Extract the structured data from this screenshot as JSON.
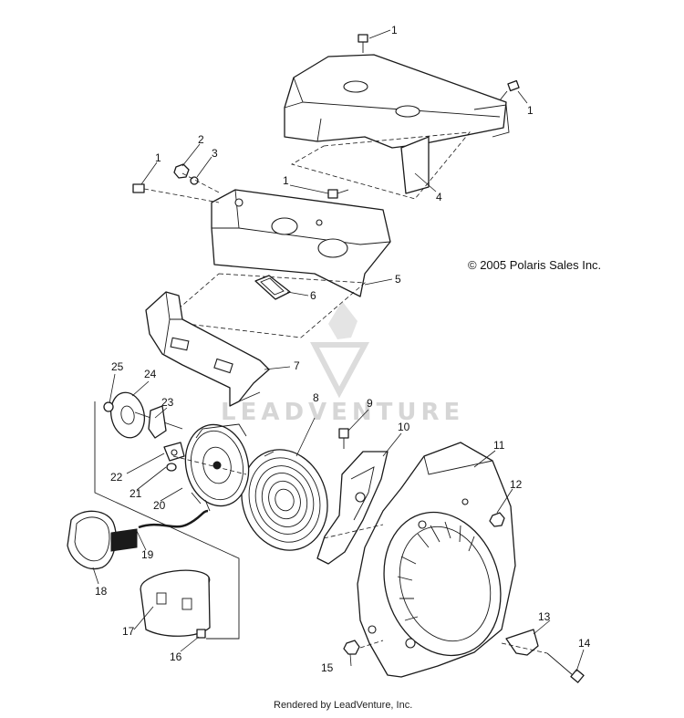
{
  "copyright": "© 2005 Polaris Sales Inc.",
  "footer": "Rendered by LeadVenture, Inc.",
  "watermark": {
    "text": "LEADVENTURE",
    "color": "#d6d6d6"
  },
  "callouts": [
    "1",
    "1",
    "1",
    "1",
    "2",
    "3",
    "4",
    "5",
    "6",
    "7",
    "8",
    "9",
    "10",
    "11",
    "12",
    "13",
    "14",
    "15",
    "16",
    "17",
    "18",
    "19",
    "20",
    "21",
    "22",
    "23",
    "24",
    "25"
  ]
}
